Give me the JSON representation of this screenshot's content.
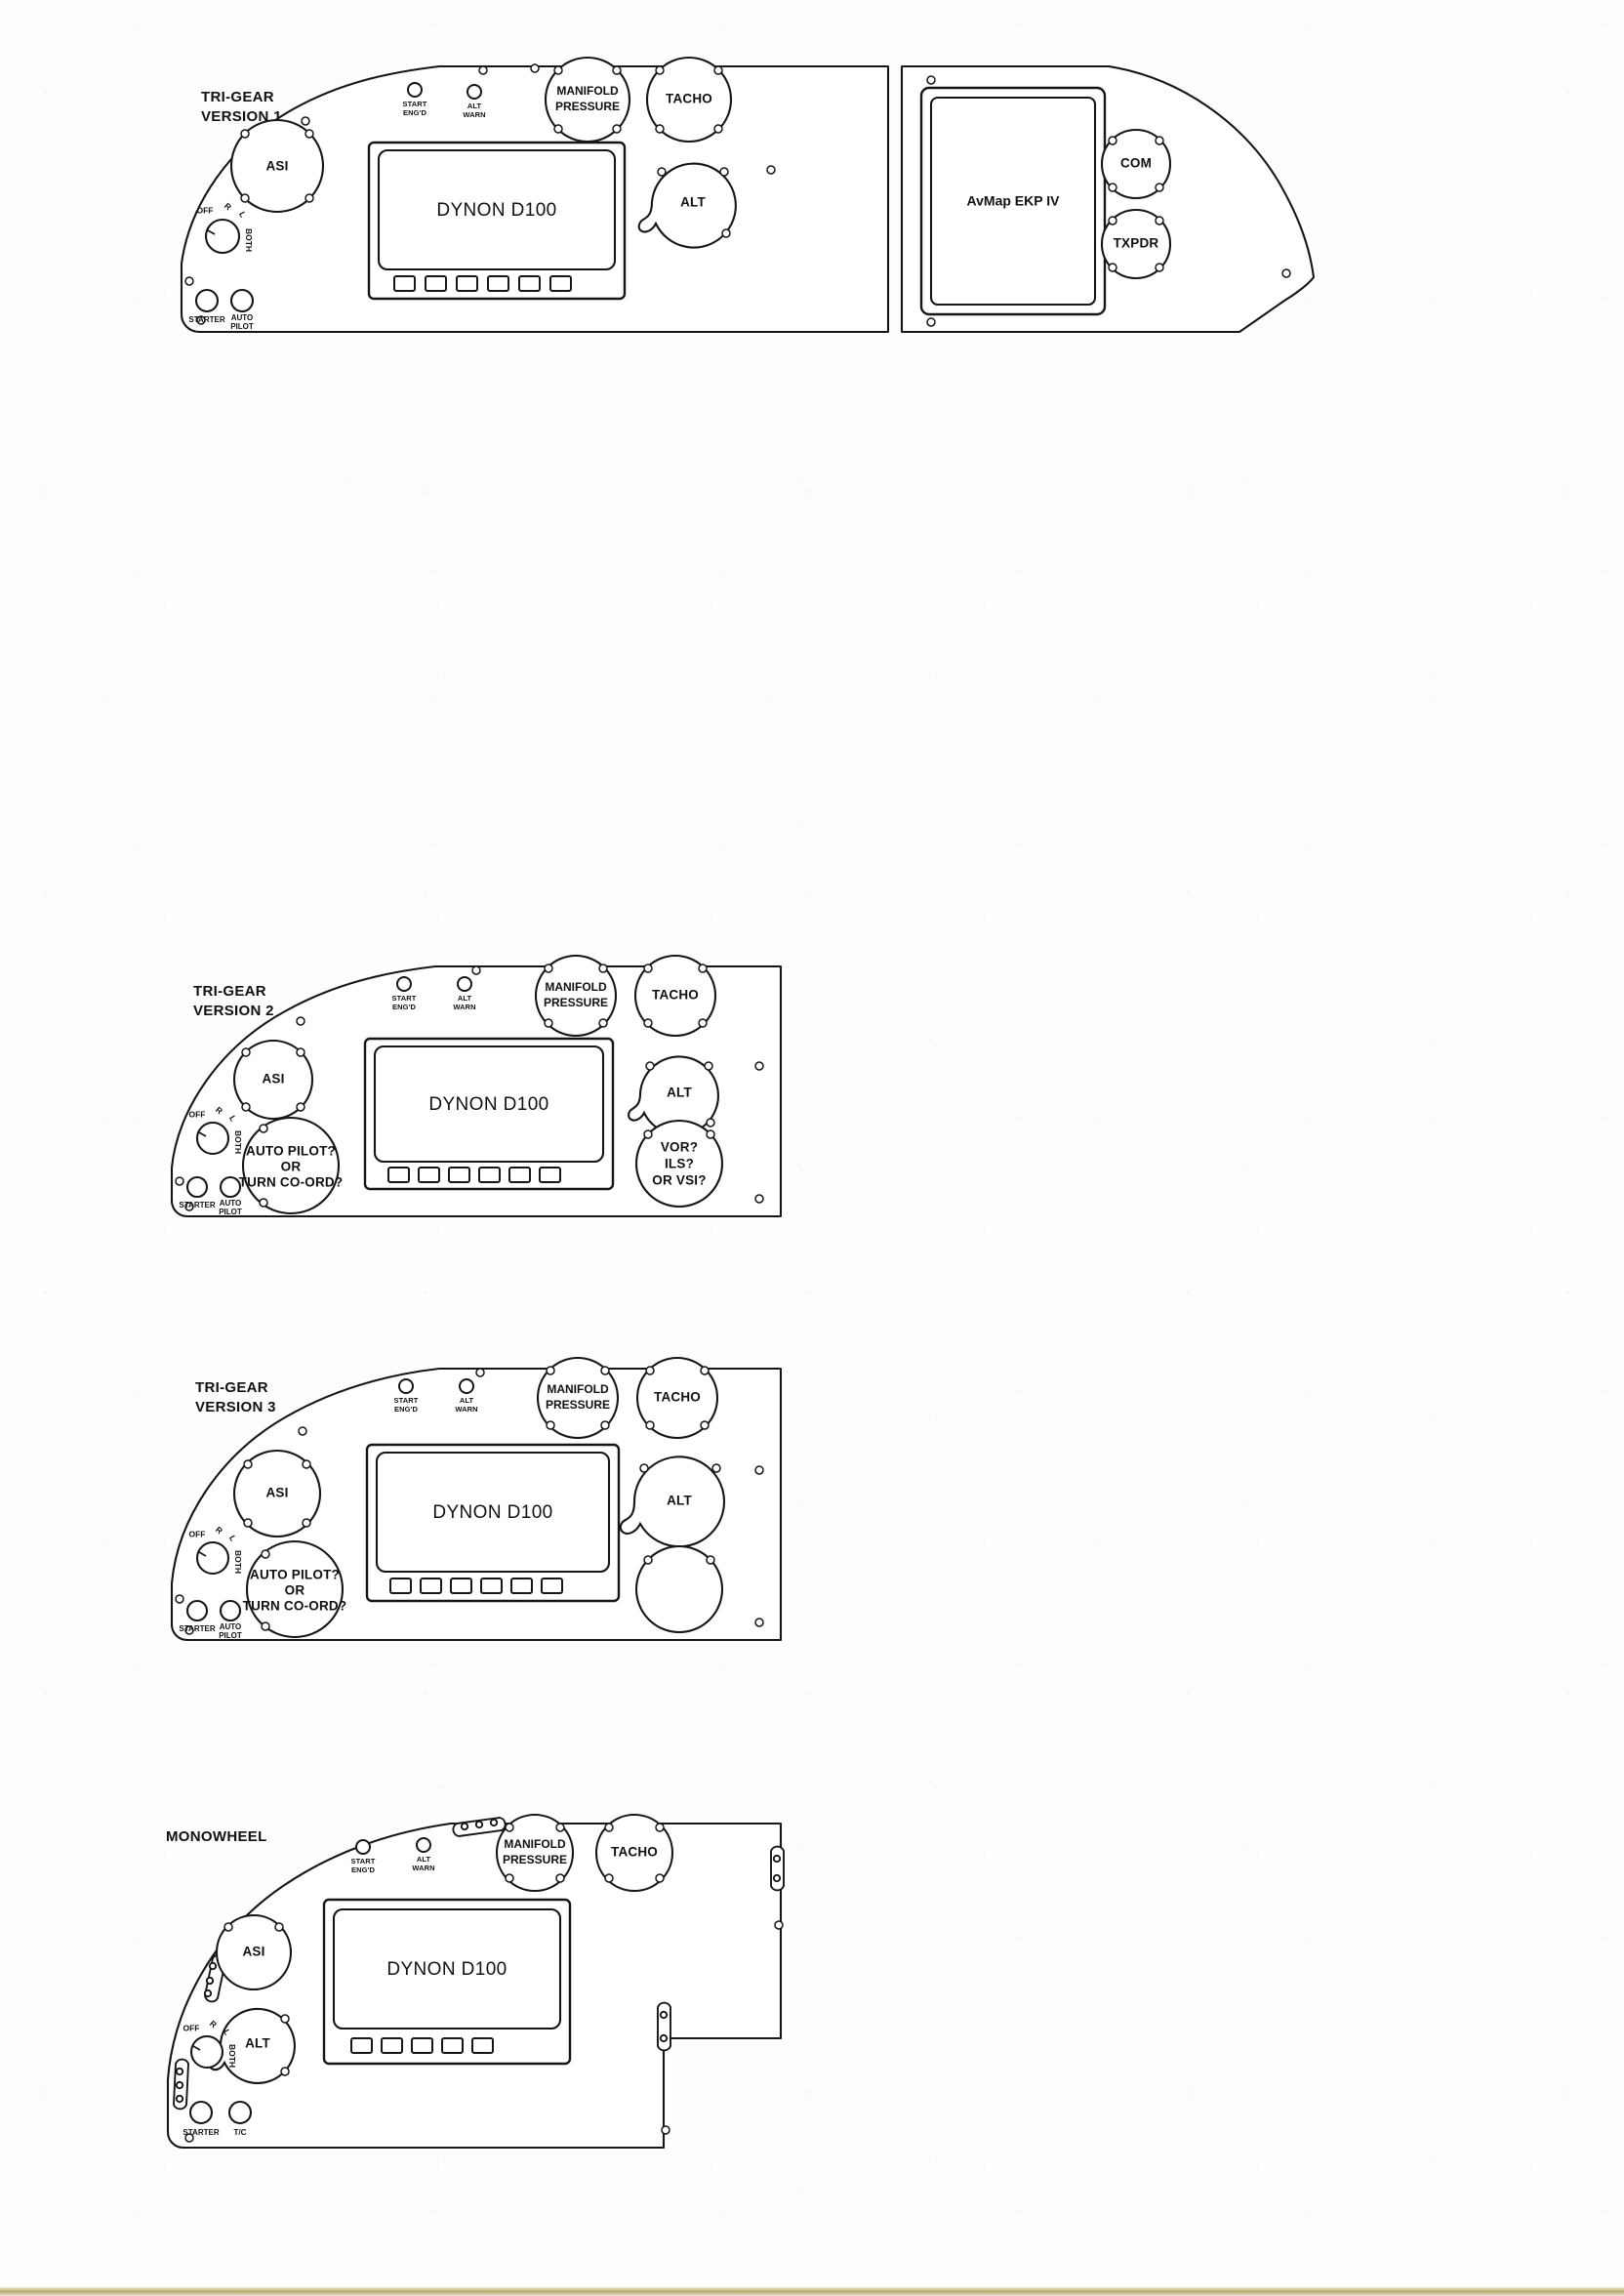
{
  "document": {
    "kind": "engineering-drawing",
    "subject": "Aircraft instrument panel layout options",
    "ink_color": "#161616",
    "paper_color": "#fdfdfb"
  },
  "labels": {
    "dynon": "DYNON D100",
    "avmap": "AvMap EKP IV",
    "asi": "ASI",
    "alt": "ALT",
    "tacho": "TACHO",
    "manifold_l1": "MANIFOLD",
    "manifold_l2": "PRESSURE",
    "com": "COM",
    "txpdr": "TXPDR",
    "autopilot_l1": "AUTO PILOT?",
    "autopilot_l2": "OR",
    "autopilot_l3": "TURN CO-ORD?",
    "vor_l1": "VOR?",
    "vor_l2": "ILS?",
    "vor_l3": "OR VSI?",
    "start_eng_l1": "START",
    "start_eng_l2": "ENG'D",
    "alt_warn_l1": "ALT",
    "alt_warn_l2": "WARN",
    "starter": "STARTER",
    "autopilot_btn_l1": "AUTO",
    "autopilot_btn_l2": "PILOT",
    "tc_btn": "T/C",
    "mag_off": "OFF",
    "mag_r": "R",
    "mag_l": "L",
    "mag_both": "BOTH"
  },
  "panels": [
    {
      "id": "tri-gear-v1",
      "title_line1": "TRI-GEAR",
      "title_line2": "VERSION 1",
      "has_avmap_wing": true,
      "instruments": [
        "ASI",
        "DYNON D100",
        "MANIFOLD PRESSURE",
        "TACHO",
        "ALT",
        "AvMap EKP IV",
        "COM",
        "TXPDR"
      ],
      "indicators": [
        "START ENG'D",
        "ALT WARN"
      ],
      "switches": [
        "Magneto OFF/R/L/BOTH",
        "STARTER",
        "AUTO PILOT"
      ]
    },
    {
      "id": "tri-gear-v2",
      "title_line1": "TRI-GEAR",
      "title_line2": "VERSION 2",
      "has_avmap_wing": false,
      "instruments": [
        "ASI",
        "DYNON D100",
        "MANIFOLD PRESSURE",
        "TACHO",
        "ALT",
        "AUTO PILOT? OR TURN CO-ORD?",
        "VOR? ILS? OR VSI?"
      ],
      "indicators": [
        "START ENG'D",
        "ALT WARN"
      ],
      "switches": [
        "Magneto OFF/R/L/BOTH",
        "STARTER",
        "AUTO PILOT"
      ]
    },
    {
      "id": "tri-gear-v3",
      "title_line1": "TRI-GEAR",
      "title_line2": "VERSION 3",
      "has_avmap_wing": false,
      "instruments": [
        "ASI",
        "DYNON D100",
        "MANIFOLD PRESSURE",
        "TACHO",
        "ALT",
        "AUTO PILOT? OR TURN CO-ORD?",
        "blank instrument"
      ],
      "indicators": [
        "START ENG'D",
        "ALT WARN"
      ],
      "switches": [
        "Magneto OFF/R/L/BOTH",
        "STARTER",
        "AUTO PILOT"
      ]
    },
    {
      "id": "monowheel",
      "title_line1": "MONOWHEEL",
      "title_line2": "",
      "has_avmap_wing": false,
      "instruments": [
        "ASI",
        "ALT",
        "DYNON D100",
        "MANIFOLD PRESSURE",
        "TACHO"
      ],
      "indicators": [
        "START ENG'D",
        "ALT WARN"
      ],
      "switches": [
        "Magneto OFF/R/L/BOTH",
        "STARTER",
        "T/C"
      ]
    }
  ]
}
